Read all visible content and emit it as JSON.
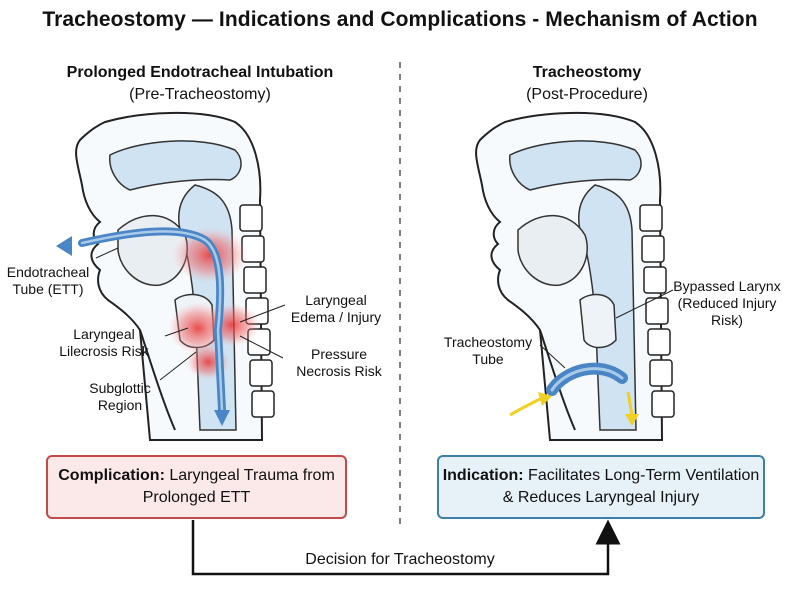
{
  "title": "Tracheostomy — Indications and Complications - Mechanism of Action",
  "left_panel": {
    "title": "Prolonged Endotracheal Intubation",
    "subtitle": "(Pre-Tracheostomy)",
    "labels": {
      "ett": "Endotracheal Tube (ETT)",
      "laryngeal_necrosis": "Laryngeal Lilecrosis Risk",
      "subglottic": "Subglottic Region",
      "edema": "Laryngeal Edema / Injury",
      "pressure": "Pressure Necrosis Risk"
    },
    "box": {
      "bold": "Complication:",
      "text": "Laryngeal Trauma from Prolonged ETT"
    }
  },
  "right_panel": {
    "title": "Tracheostomy",
    "subtitle": "(Post-Procedure)",
    "labels": {
      "bypassed": "Bypassed Larynx (Reduced Injury Risk)",
      "trach_tube": "Tracheostomy Tube"
    },
    "box": {
      "bold": "Indication:",
      "text": "Facilitates Long-Term Ventilation & Reduces Laryngeal Injury"
    }
  },
  "flow_label": "Decision for Tracheostomy",
  "colors": {
    "complication_border": "#c44a4a",
    "indication_border": "#3d7fa6",
    "tube_blue": "#4a86c5",
    "airway_fill": "#cfe3f3",
    "inflammation_red": "#e8302f",
    "airflow_yellow": "#f0d020"
  },
  "icons": [
    "airflow-arrow-icon",
    "inspiration-arrow-icon",
    "decision-arrow-icon"
  ]
}
